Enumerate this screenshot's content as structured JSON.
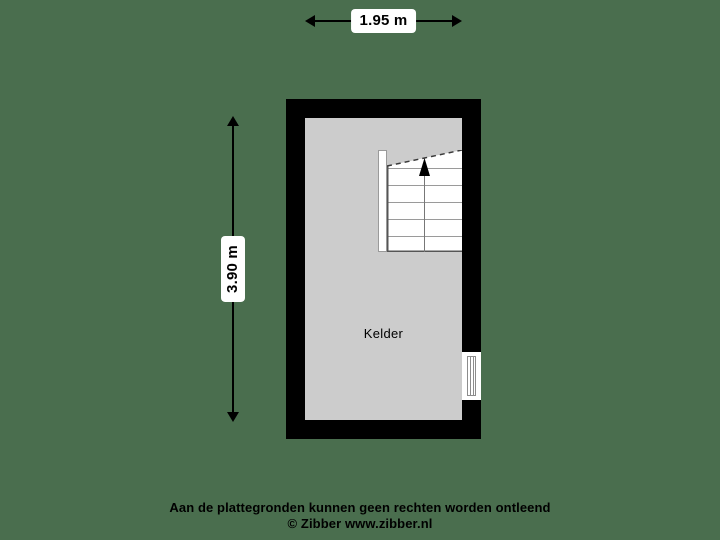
{
  "canvas": {
    "background_color": "#4a6e4e",
    "wall_color": "#000000",
    "floor_color": "#cccccc",
    "label_background": "#ffffff"
  },
  "dimensions": {
    "horizontal": {
      "label": "1.95 m",
      "orientation": "horizontal",
      "arrow_style": "double-headed"
    },
    "vertical": {
      "label": "3.90 m",
      "orientation": "vertical",
      "arrow_style": "double-headed"
    }
  },
  "floorplan": {
    "room": {
      "name": "Kelder"
    },
    "features": [
      {
        "name": "staircase",
        "treads": 5,
        "direction_arrow": "up"
      },
      {
        "name": "balustrade"
      },
      {
        "name": "window",
        "wall": "right"
      }
    ]
  },
  "footer": {
    "line1": "Aan de plattegronden kunnen geen rechten worden ontleend",
    "line2": "© Zibber www.zibber.nl"
  }
}
